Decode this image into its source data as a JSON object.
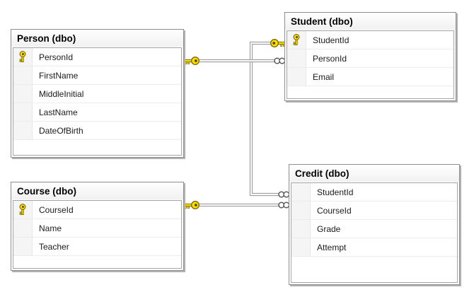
{
  "diagram": {
    "tables": [
      {
        "title": "Person (dbo)",
        "columns": [
          {
            "name": "PersonId",
            "primary_key": true
          },
          {
            "name": "FirstName",
            "primary_key": false
          },
          {
            "name": "MiddleInitial",
            "primary_key": false
          },
          {
            "name": "LastName",
            "primary_key": false
          },
          {
            "name": "DateOfBirth",
            "primary_key": false
          }
        ]
      },
      {
        "title": "Student (dbo)",
        "columns": [
          {
            "name": "StudentId",
            "primary_key": true
          },
          {
            "name": "PersonId",
            "primary_key": false
          },
          {
            "name": "Email",
            "primary_key": false
          }
        ]
      },
      {
        "title": "Course (dbo)",
        "columns": [
          {
            "name": "CourseId",
            "primary_key": true
          },
          {
            "name": "Name",
            "primary_key": false
          },
          {
            "name": "Teacher",
            "primary_key": false
          }
        ]
      },
      {
        "title": "Credit (dbo)",
        "columns": [
          {
            "name": "StudentId",
            "primary_key": false
          },
          {
            "name": "CourseId",
            "primary_key": false
          },
          {
            "name": "Grade",
            "primary_key": false
          },
          {
            "name": "Attempt",
            "primary_key": false
          }
        ]
      }
    ],
    "relationships": [
      {
        "from_table": "Person",
        "from_column": "PersonId",
        "from_cardinality": "one",
        "to_table": "Student",
        "to_column": "PersonId",
        "to_cardinality": "many"
      },
      {
        "from_table": "Student",
        "from_column": "StudentId",
        "from_cardinality": "one",
        "to_table": "Credit",
        "to_column": "StudentId",
        "to_cardinality": "many"
      },
      {
        "from_table": "Course",
        "from_column": "CourseId",
        "from_cardinality": "one",
        "to_table": "Credit",
        "to_column": "CourseId",
        "to_cardinality": "many"
      }
    ],
    "colors": {
      "key_icon": "#ffdf00",
      "key_outline": "#7a6a00",
      "relationship_line": "#9e9e9e",
      "table_border": "#8e8e8e",
      "title_text": "#000000",
      "row_text": "#1b1b1b"
    }
  }
}
